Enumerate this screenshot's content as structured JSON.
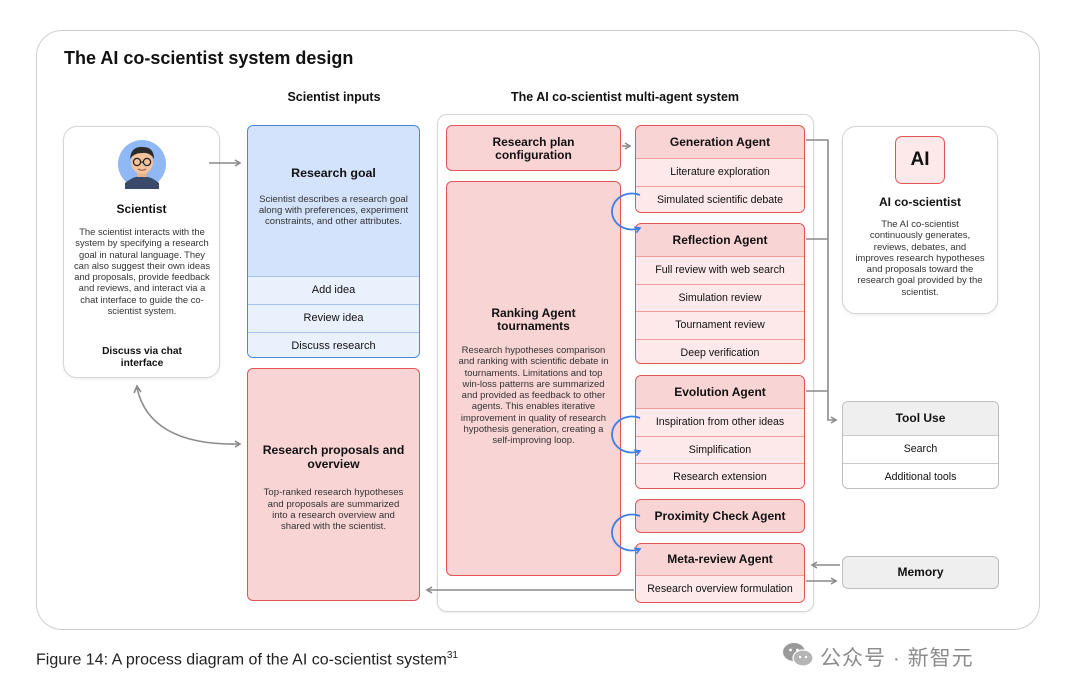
{
  "title": "The AI co-scientist system design",
  "headers": {
    "inputs": "Scientist inputs",
    "system": "The AI co-scientist multi-agent system"
  },
  "scientist": {
    "name": "Scientist",
    "description": "The scientist interacts with the system by specifying a research goal in natural language. They can also suggest their own ideas and proposals, provide feedback and reviews, and interact via a chat interface to guide the co-scientist system.",
    "chat": "Discuss via chat interface"
  },
  "research_goal": {
    "title": "Research goal",
    "description": "Scientist describes a research goal along with preferences, experiment constraints, and other attributes.",
    "rows": [
      "Add idea",
      "Review idea",
      "Discuss research"
    ]
  },
  "proposals": {
    "title": "Research proposals and overview",
    "description": "Top-ranked research hypotheses and proposals are summarized into a research overview and shared with the scientist."
  },
  "plan_config": {
    "title": "Research plan configuration"
  },
  "ranking": {
    "title": "Ranking Agent tournaments",
    "description": "Research hypotheses comparison and ranking with scientific debate in tournaments. Limitations and top win-loss patterns are summarized and provided as feedback to other agents. This enables iterative improvement in quality of research hypothesis generation, creating a self-improving loop."
  },
  "agents": {
    "generation": {
      "title": "Generation Agent",
      "rows": [
        "Literature exploration",
        "Simulated scientific debate"
      ]
    },
    "reflection": {
      "title": "Reflection Agent",
      "rows": [
        "Full review with web search",
        "Simulation review",
        "Tournament review",
        "Deep verification"
      ]
    },
    "evolution": {
      "title": "Evolution Agent",
      "rows": [
        "Inspiration from other ideas",
        "Simplification",
        "Research extension"
      ]
    },
    "proximity": {
      "title": "Proximity Check Agent"
    },
    "meta": {
      "title": "Meta-review Agent",
      "rows": [
        "Research overview formulation"
      ]
    }
  },
  "ai": {
    "logo": "AI",
    "name": "AI co-scientist",
    "description": "The AI co-scientist continuously generates, reviews, debates, and improves research hypotheses and proposals toward the research goal provided by the scientist."
  },
  "tools": {
    "title": "Tool Use",
    "rows": [
      "Search",
      "Additional tools"
    ]
  },
  "memory": {
    "title": "Memory"
  },
  "caption": {
    "text": "Figure 14: A process diagram of the AI co-scientist system",
    "sup": "31"
  },
  "watermark": "公众号 · 新智元",
  "colors": {
    "blue_fill": "#d3e3fb",
    "blue_border": "#4a86e0",
    "red_fill": "#f8d4d4",
    "red_border": "#e05555",
    "loop_arrow": "#3d7fe6"
  },
  "icons": [
    "scientist-avatar-icon",
    "loop-arrow-icon",
    "wechat-icon"
  ]
}
